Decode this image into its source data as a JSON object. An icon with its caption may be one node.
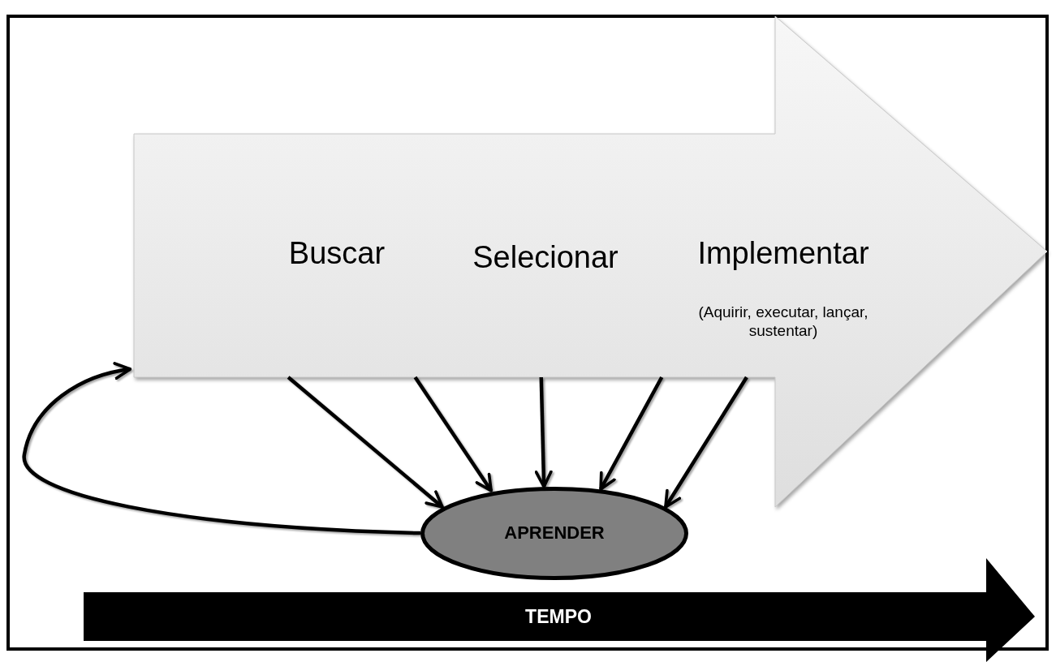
{
  "diagram": {
    "nodes": [
      {
        "text": [
          "Buscar",
          "Selecionar",
          "Implementar",
          "(Aquirir, executar, lançar, sustentar)"
        ]
      },
      {
        "text": [
          "APRENDER"
        ]
      },
      {
        "text": [
          "TEMPO"
        ]
      }
    ],
    "edges": [
      {
        "from": 0,
        "to": 1,
        "arrow": "to"
      },
      {
        "from": 0,
        "to": 1,
        "arrow": "to"
      },
      {
        "from": 0,
        "to": 1,
        "arrow": "to"
      },
      {
        "from": 0,
        "to": 1,
        "arrow": "to"
      },
      {
        "from": 0,
        "to": 1,
        "arrow": "to"
      },
      {
        "from": 1,
        "to": 0,
        "arrow": "to"
      }
    ]
  }
}
